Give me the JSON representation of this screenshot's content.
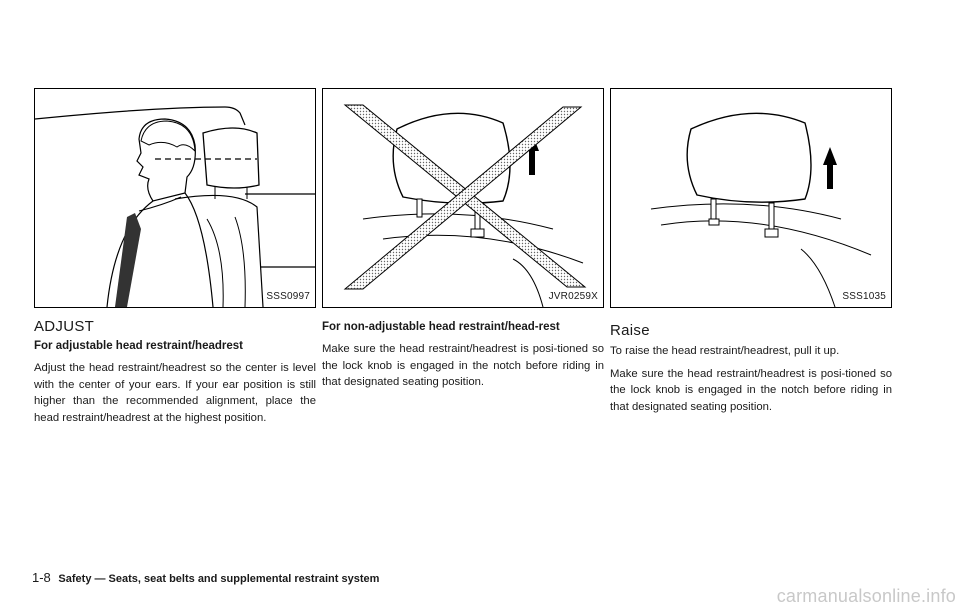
{
  "figures": {
    "fig1": {
      "code": "SSS0997"
    },
    "fig2": {
      "code": "JVR0259X"
    },
    "fig3": {
      "code": "SSS1035"
    }
  },
  "col1": {
    "heading": "ADJUST",
    "subheading": "For adjustable head restraint/headrest",
    "body": "Adjust the head restraint/headrest so the center is level with the center of your ears. If your ear position is still higher than the recommended alignment, place the head restraint/headrest at the highest position."
  },
  "col2": {
    "subheading": "For non-adjustable head restraint/head-rest",
    "body": "Make sure the head restraint/headrest is posi-tioned so the lock knob is engaged in the notch before riding in that designated seating position."
  },
  "col3": {
    "heading": "Raise",
    "paragraph1": "To raise the head restraint/headrest, pull it up.",
    "paragraph2": "Make sure the head restraint/headrest is posi-tioned so the lock knob is engaged in the notch before riding in that designated seating position."
  },
  "footer": {
    "page_number": "1-8",
    "title": "Safety — Seats, seat belts and supplemental restraint system"
  },
  "watermark": "carmanualsonline.info"
}
